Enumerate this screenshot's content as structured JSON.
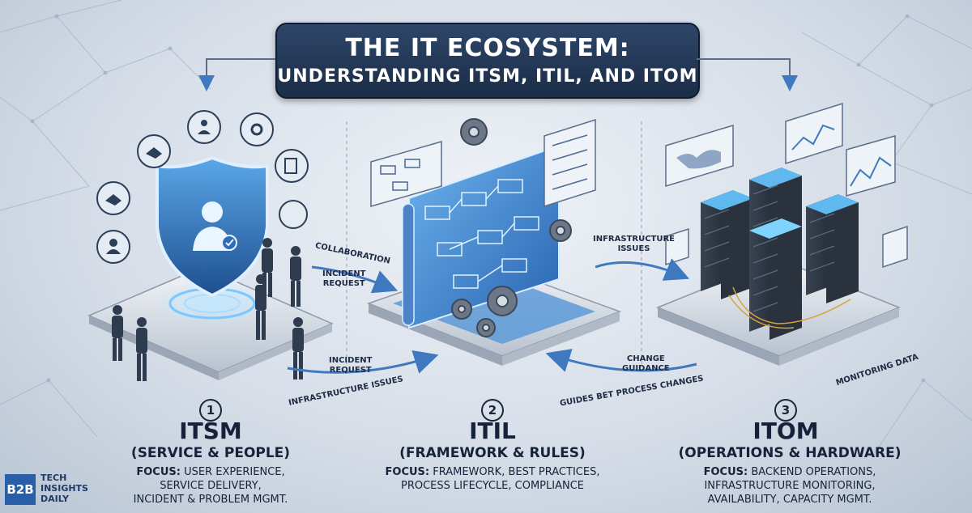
{
  "title": {
    "line1": "THE IT ECOSYSTEM:",
    "line2": "UNDERSTANDING ITSM, ITIL, AND ITOM"
  },
  "sections": [
    {
      "number": "1",
      "name": "ITSM",
      "subtitle": "(SERVICE & PEOPLE)",
      "focus_label": "FOCUS:",
      "focus_lines": [
        "USER EXPERIENCE,",
        "SERVICE DELIVERY,",
        "INCIDENT & PROBLEM MGMT."
      ]
    },
    {
      "number": "2",
      "name": "ITIL",
      "subtitle": "(FRAMEWORK & RULES)",
      "focus_label": "FOCUS:",
      "focus_lines": [
        "FRAMEWORK, BEST PRACTICES,",
        "PROCESS LIFECYCLE, COMPLIANCE"
      ]
    },
    {
      "number": "3",
      "name": "ITOM",
      "subtitle": "(OPERATIONS & HARDWARE)",
      "focus_label": "FOCUS:",
      "focus_lines": [
        "BACKEND OPERATIONS,",
        "INFRASTRUCTURE MONITORING,",
        "AVAILABILITY, CAPACITY MGMT."
      ]
    }
  ],
  "flows": {
    "collaboration": "COLLABORATION",
    "incident_request_top": [
      "INCIDENT",
      "REQUEST"
    ],
    "incident_request_bottom": [
      "INCIDENT",
      "REQUEST"
    ],
    "infrastructure_issues_bottom": "INFRASTRUCTURE ISSUES",
    "infrastructure_issues_top": [
      "INFRASTRUCTURE",
      "ISSUES"
    ],
    "change_guidance": [
      "CHANGE",
      "GUIDANCE"
    ],
    "guides_process_changes": "GUIDES BET PROCESS CHANGES",
    "monitoring_data": "MONITORING DATA"
  },
  "logo": {
    "badge": "B2B",
    "lines": [
      "TECH",
      "INSIGHTS",
      "DAILY"
    ]
  },
  "colors": {
    "title_bg": "#1f3250",
    "accent_blue": "#3f8fd8",
    "glow": "#8fd0ff",
    "text_dark": "#16223a"
  }
}
